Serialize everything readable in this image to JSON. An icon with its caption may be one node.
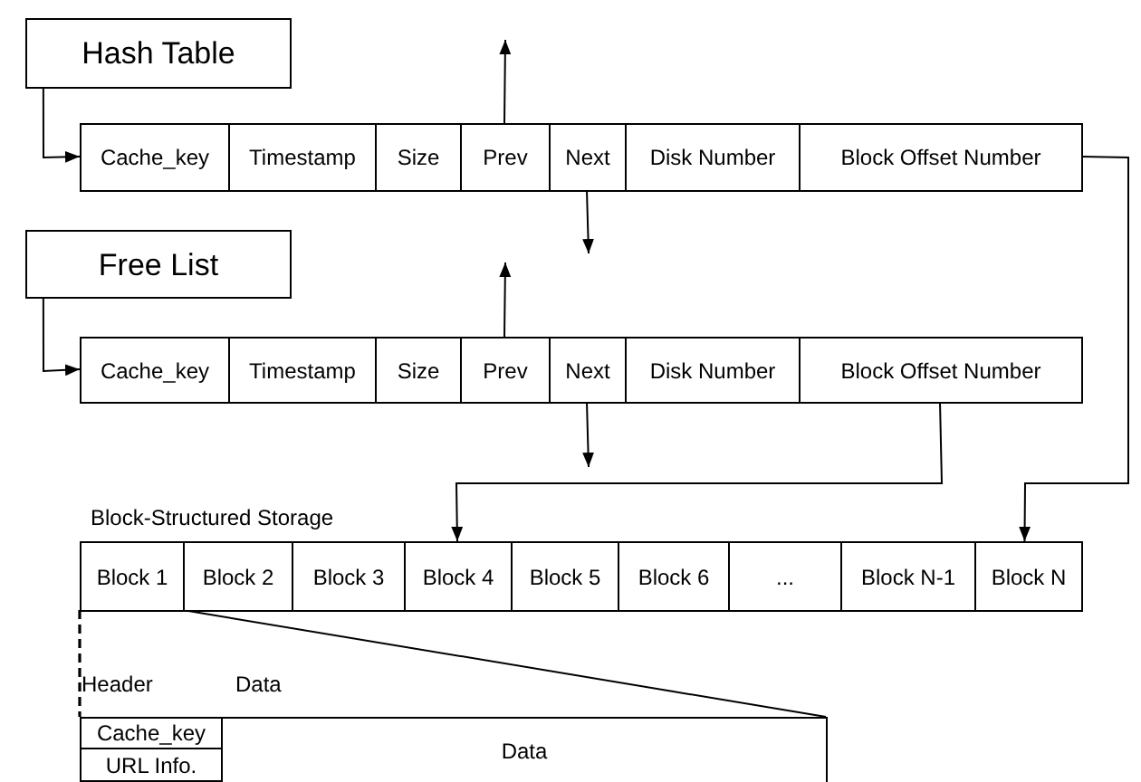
{
  "diagram": {
    "nodes": [
      {
        "text": [
          "Hash Table"
        ]
      },
      {
        "text": [
          "Cache_key"
        ]
      },
      {
        "text": [
          "Timestamp"
        ]
      },
      {
        "text": [
          "Size"
        ]
      },
      {
        "text": [
          "Prev"
        ]
      },
      {
        "text": [
          "Next"
        ]
      },
      {
        "text": [
          "Disk Number"
        ]
      },
      {
        "text": [
          "Block Offset Number"
        ]
      },
      {
        "text": [
          "Free List"
        ]
      },
      {
        "text": [
          "Cache_key"
        ]
      },
      {
        "text": [
          "Timestamp"
        ]
      },
      {
        "text": [
          "Size"
        ]
      },
      {
        "text": [
          "Prev"
        ]
      },
      {
        "text": [
          "Next"
        ]
      },
      {
        "text": [
          "Disk Number"
        ]
      },
      {
        "text": [
          "Block Offset Number"
        ]
      },
      {
        "text": [
          "Block 1"
        ]
      },
      {
        "text": [
          "Block 2"
        ]
      },
      {
        "text": [
          "Block 3"
        ]
      },
      {
        "text": [
          "Block 4"
        ]
      },
      {
        "text": [
          "Block 5"
        ]
      },
      {
        "text": [
          "Block 6"
        ]
      },
      {
        "text": [
          "..."
        ]
      },
      {
        "text": [
          "Block N-1"
        ]
      },
      {
        "text": [
          "Block N"
        ]
      },
      {
        "text": [
          "Cache_key"
        ]
      },
      {
        "text": [
          "URL Info."
        ]
      },
      {
        "text": [
          "Data"
        ]
      }
    ],
    "edges": [
      {
        "from": 0,
        "to": 1,
        "arrow": "to"
      },
      {
        "from": 4,
        "to": null,
        "arrow": "to"
      },
      {
        "from": 5,
        "to": null,
        "arrow": "to"
      },
      {
        "from": 8,
        "to": 9,
        "arrow": "to"
      },
      {
        "from": 12,
        "to": null,
        "arrow": "to"
      },
      {
        "from": 13,
        "to": null,
        "arrow": "to"
      },
      {
        "from": 7,
        "to": 24,
        "arrow": "to"
      },
      {
        "from": 15,
        "to": 19,
        "arrow": "to"
      },
      {
        "from": 16,
        "to": 25,
        "arrow": "none",
        "style": "dashed"
      },
      {
        "from": 17,
        "to": 27,
        "arrow": "none"
      }
    ],
    "labels": [
      "Block-Structured Storage",
      "Header",
      "Data"
    ]
  }
}
